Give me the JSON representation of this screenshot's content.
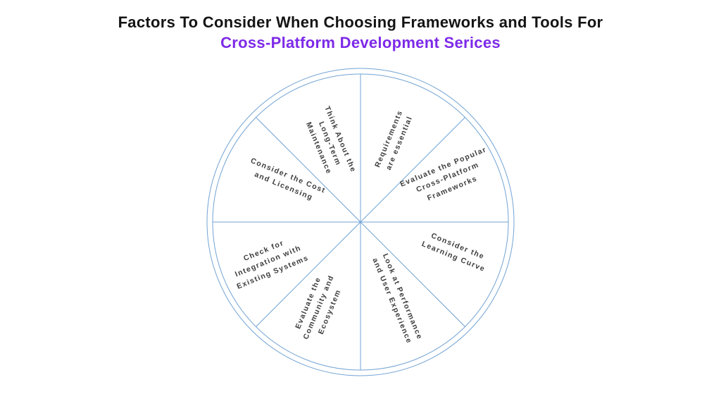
{
  "title": {
    "line1": "Factors To Consider When Choosing Frameworks and Tools For",
    "line2": "Cross-Platform Development Serices"
  },
  "colors": {
    "accent_purple": "#7d2ae8",
    "line_blue": "#72a3d4",
    "label_text": "#3d3d3d"
  },
  "wheel": {
    "segments": [
      {
        "label": "Requirements\nare essential"
      },
      {
        "label": "Evaluate the Popular\nCross-Platform\nFrameworks"
      },
      {
        "label": "Consider the\nLearning Curve"
      },
      {
        "label": "Look at Performance\nand User Experience"
      },
      {
        "label": "Evaluate the\nCommunity and\nEcosystem"
      },
      {
        "label": "Check for\nIntegration with\nExisting Systems"
      },
      {
        "label": "Consider the Cost\nand Licensing"
      },
      {
        "label": "Think About the\nLong-Term\nMaintenance"
      }
    ]
  }
}
